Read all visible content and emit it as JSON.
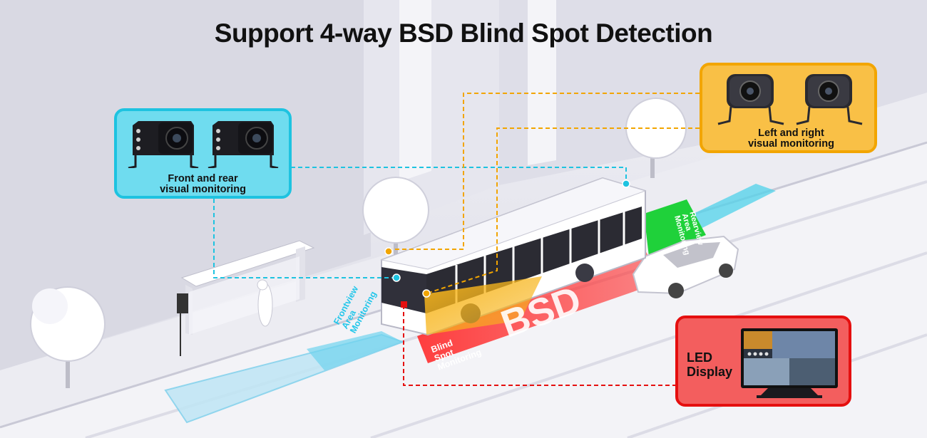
{
  "title": "Support 4-way BSD Blind Spot Detection",
  "callouts": {
    "front_rear": {
      "line1": "Front and rear",
      "line2": "visual monitoring"
    },
    "left_right": {
      "line1": "Left and right",
      "line2": "visual monitoring"
    },
    "led": {
      "line1": "LED",
      "line2": "Display"
    }
  },
  "zones": {
    "frontview": "Frontview\nArea\nMonitoring",
    "blindspot": "Blind\nSpot\nMonitoring",
    "bsd": "BSD",
    "rearview": "Rearview\nArea\nMonitoring"
  },
  "colors": {
    "cyan": "#1ec3e0",
    "orange": "#f2a500",
    "red": "#e50f0f",
    "green": "#1fd13a"
  }
}
